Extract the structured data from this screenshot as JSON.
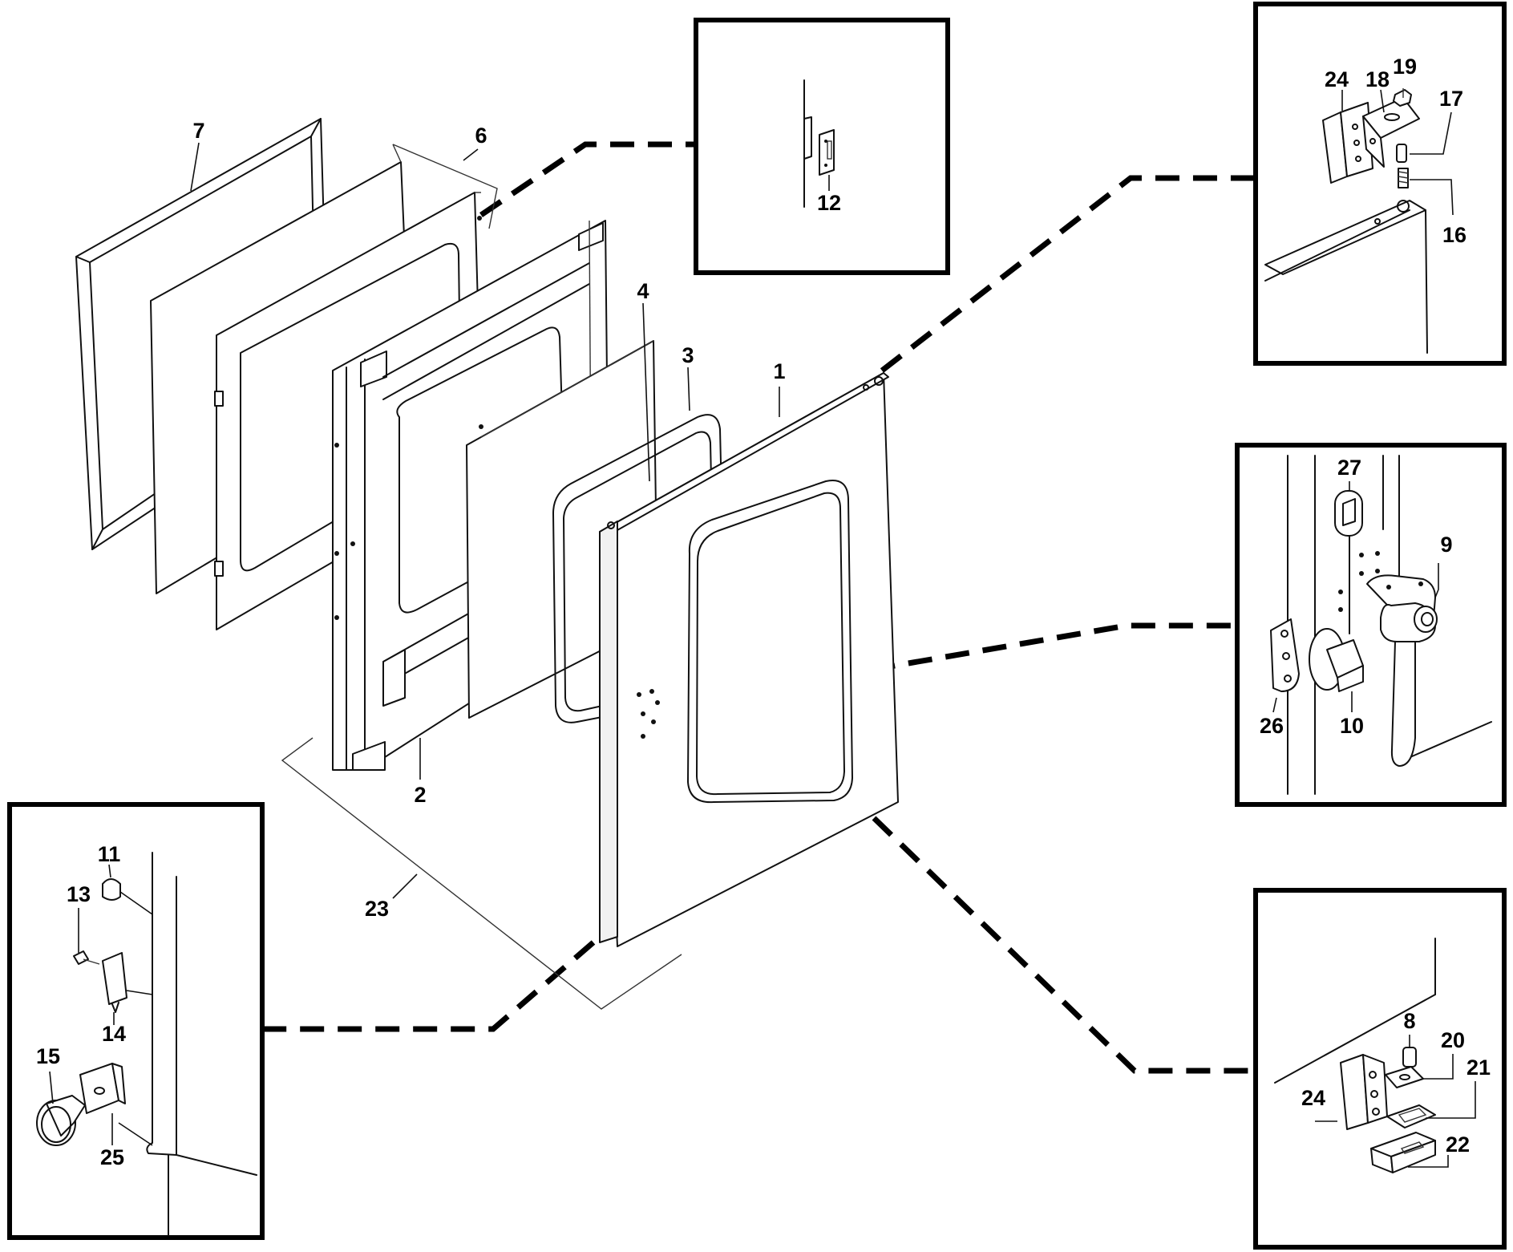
{
  "callouts": {
    "c1": "1",
    "c2": "2",
    "c3": "3",
    "c4": "4",
    "c6": "6",
    "c7": "7",
    "c8": "8",
    "c9": "9",
    "c10": "10",
    "c11": "11",
    "c12": "12",
    "c13": "13",
    "c14": "14",
    "c15": "15",
    "c16": "16",
    "c17": "17",
    "c18": "18",
    "c19": "19",
    "c20": "20",
    "c21": "21",
    "c22": "22",
    "c23": "23",
    "c24a": "24",
    "c24b": "24",
    "c25": "25",
    "c26": "26",
    "c27": "27"
  },
  "colors": {
    "line": "#111111",
    "background": "#ffffff"
  }
}
